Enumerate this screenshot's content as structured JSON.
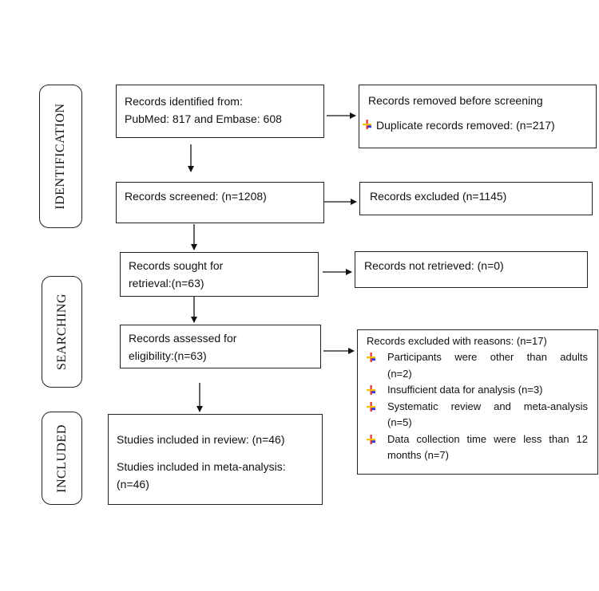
{
  "sections": {
    "identification": "IDENTIFICATION",
    "searching": "SEARCHING",
    "included": "INCLUDED"
  },
  "boxes": {
    "identified": {
      "line1": "Records identified from:",
      "line2": "PubMed: 817 and Embase: 608"
    },
    "removed": {
      "title": "Records removed before screening",
      "item": "Duplicate records removed: (n=217)"
    },
    "screened": {
      "text": "Records screened: (n=1208)"
    },
    "excluded": {
      "text": "Records excluded (n=1145)"
    },
    "sought": {
      "line1": "Records sought for",
      "line2": "retrieval:(n=63)"
    },
    "not_retrieved": {
      "text": "Records not retrieved: (n=0)"
    },
    "assessed": {
      "line1": "Records assessed for",
      "line2": "eligibility:(n=63)"
    },
    "excluded_reasons": {
      "title": "Records excluded with reasons: (n=17)",
      "items": [
        {
          "line1": "Participants were other than adults",
          "line2": "(n=2)"
        },
        {
          "line1": "Insufficient data for analysis (n=3)"
        },
        {
          "line1": "Systematic review and meta-analysis",
          "line2": "(n=5)"
        },
        {
          "line1": "Data collection time were less than 12",
          "line2": "months (n=7)"
        }
      ]
    },
    "included": {
      "review": "Studies included in review: (n=46)",
      "meta_line1": "Studies included in meta-analysis:",
      "meta_line2": "(n=46)"
    }
  },
  "colors": {
    "bullet_blue": "#3b3bd6",
    "bullet_red": "#e0312f",
    "bullet_yellow": "#f2c200"
  }
}
